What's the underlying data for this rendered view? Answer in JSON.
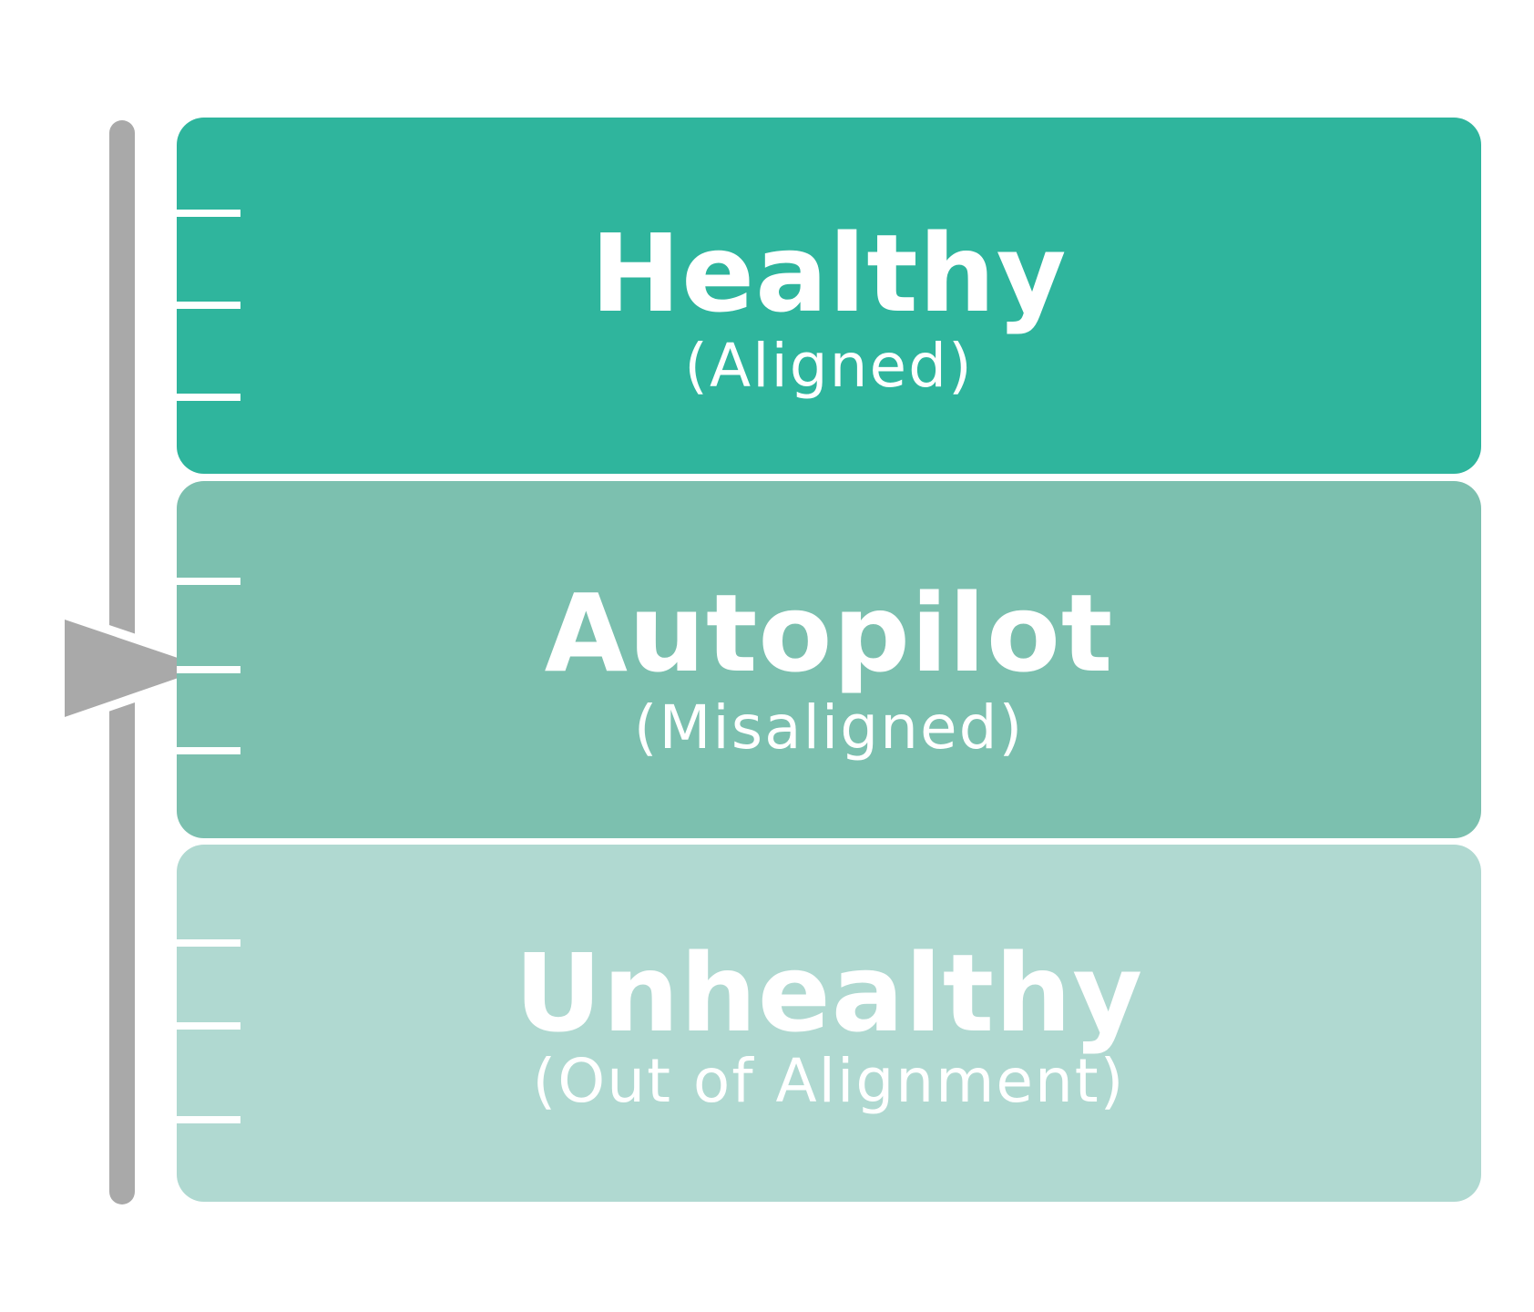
{
  "colors": {
    "healthy": "#2fb59d",
    "autopilot": "#7cc0af",
    "unhealthy": "#b0d9d1",
    "scale": "#a9a9a9",
    "marker": "#a9a9a9"
  },
  "levels": [
    {
      "title": "Healthy",
      "subtitle": "(Aligned)"
    },
    {
      "title": "Autopilot",
      "subtitle": "(Misaligned)"
    },
    {
      "title": "Unhealthy",
      "subtitle": "(Out of Alignment)"
    }
  ],
  "indicator": {
    "current_level": "Autopilot",
    "icon": "triangle-pointer-icon"
  }
}
